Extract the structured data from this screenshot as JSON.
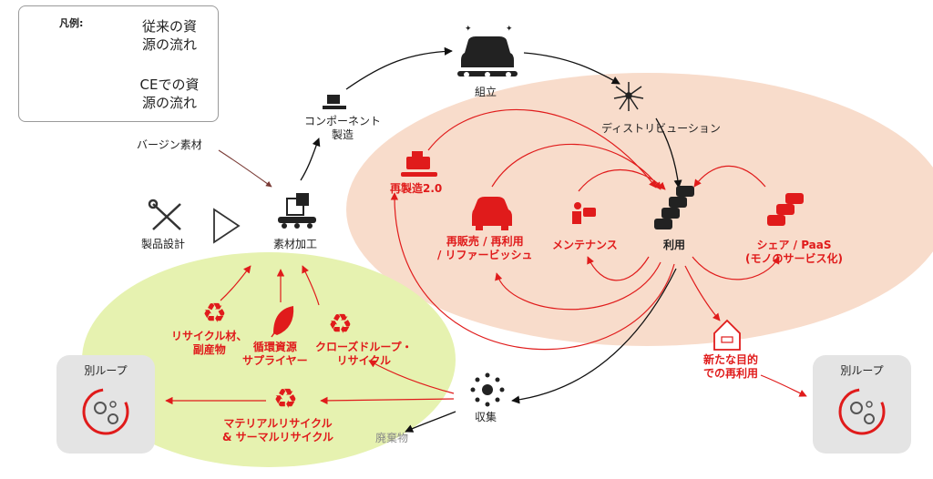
{
  "legend": {
    "title": "凡例:",
    "traditional": "従来の資源の流れ",
    "traditional_l1": "従来の資",
    "traditional_l2": "源の流れ",
    "ce_l1": "CEでの資",
    "ce_l2": "源の流れ"
  },
  "nodes": {
    "virgin": "バージン素材",
    "design": "製品設計",
    "material": "素材加工",
    "component_l1": "コンポーネント",
    "component_l2": "製造",
    "assembly": "組立",
    "distribution": "ディストリビューション",
    "reman": "再製造2.0",
    "resale_l1": "再販売 / 再利用",
    "resale_l2": "/ リファービッシュ",
    "maintenance": "メンテナンス",
    "use": "利用",
    "share_l1": "シェア / PaaS",
    "share_l2": "(モノのサービス化)",
    "newpurpose_l1": "新たな目的",
    "newpurpose_l2": "での再利用",
    "recycle_l1": "リサイクル材、",
    "recycle_l2": "副産物",
    "supplier_l1": "循環資源",
    "supplier_l2": "サプライヤー",
    "closed_l1": "クローズドループ・",
    "closed_l2": "リサイクル",
    "material_recycle_l1": "マテリアルリサイクル",
    "material_recycle_l2": "&  サーマルリサイクル",
    "collection": "収集",
    "waste": "廃棄物",
    "loop_left": "別ループ",
    "loop_right": "別ループ"
  },
  "colors": {
    "black_flow": "#111111",
    "ce_flow": "#e01b1b",
    "legend_ce_arrow": "#b5524a",
    "virgin_arrow": "#7a3b36",
    "peach_region": "#f8dccb",
    "green_region": "#e6f2b0",
    "loop_box": "#e4e4e4"
  }
}
